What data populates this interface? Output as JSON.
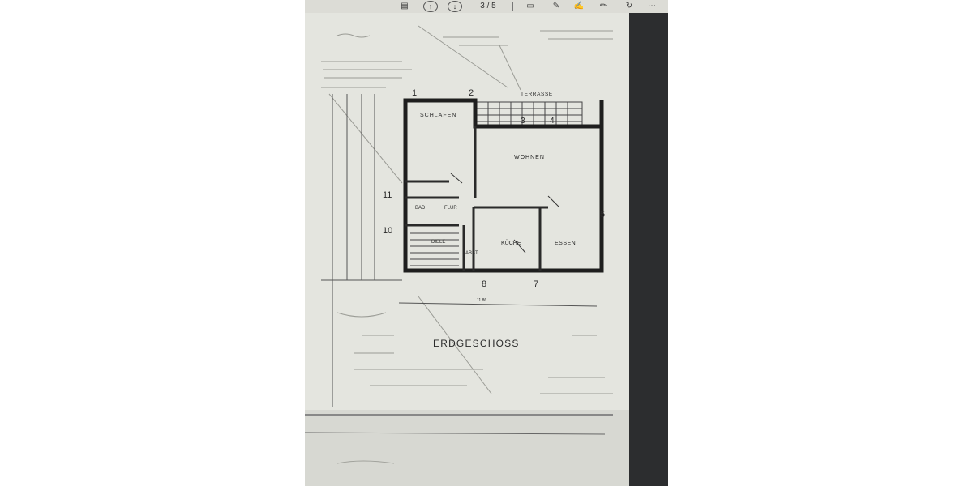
{
  "toolbar": {
    "page_indicator": "3 / 5",
    "icons": [
      "arrow-up-icon",
      "arrow-down-icon",
      "comment-icon",
      "highlight-icon",
      "draw-icon",
      "pencil-icon",
      "rotate-icon"
    ]
  },
  "plan": {
    "title": "ERDGESCHOSS",
    "rooms": {
      "schlafen": "SCHLAFEN",
      "terrasse": "TERRASSE",
      "wohnen": "WOHNEN",
      "bad": "BAD",
      "flur": "FLUR",
      "diele": "DIELE",
      "abst": "ABST",
      "kueche": "KÜCHE",
      "essen": "ESSEN"
    },
    "markers": [
      "1",
      "2",
      "3",
      "4",
      "5",
      "7",
      "8",
      "10",
      "11"
    ],
    "dimension": "11.86"
  },
  "colors": {
    "paper": "#e4e5df",
    "ink": "#2a2a2a",
    "screen_edge": "#2c2d2f"
  }
}
